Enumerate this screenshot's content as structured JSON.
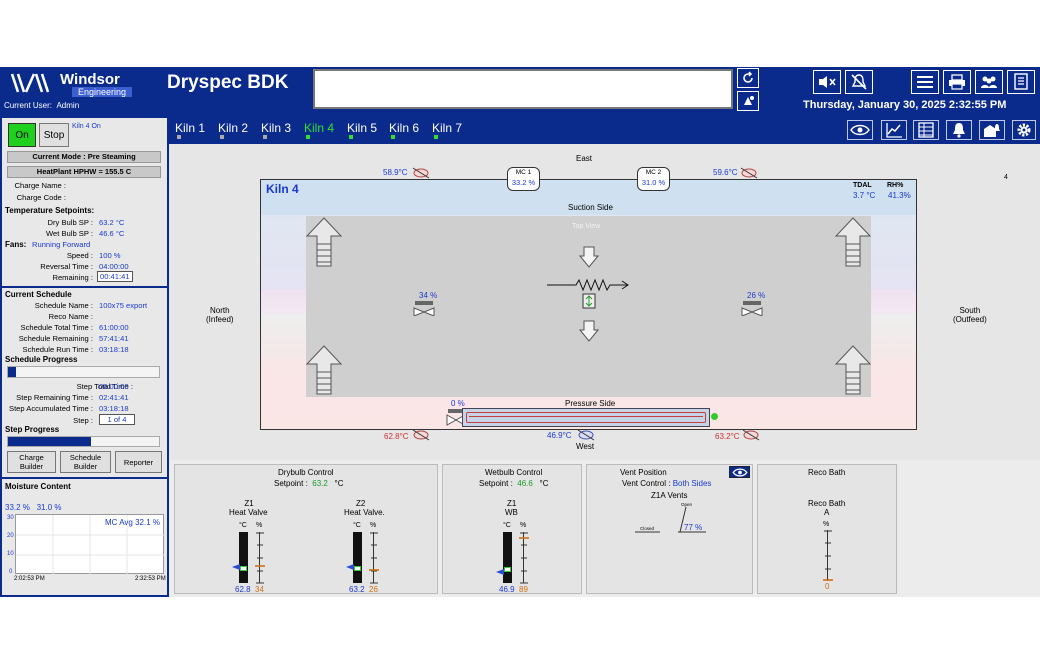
{
  "header": {
    "company": "Windsor",
    "company_sub": "Engineering",
    "current_user_label": "Current User:",
    "current_user": "Admin",
    "app_title": "Dryspec BDK",
    "datetime": "Thursday, January 30, 2025 2:32:55 PM"
  },
  "control": {
    "on": "On",
    "stop": "Stop",
    "kiln_status": "Kiln 4 On",
    "current_mode": "Current Mode : Pre Steaming",
    "heatplant": "HeatPlant HPHW = 155.5 C",
    "charge_name_label": "Charge Name :",
    "charge_code_label": "Charge Code :"
  },
  "temp": {
    "title": "Temperature Setpoints:",
    "dry_label": "Dry Bulb SP :",
    "dry_val": "63.2 °C",
    "wet_label": "Wet Bulb SP :",
    "wet_val": "46.6 °C"
  },
  "fans": {
    "title": "Fans:",
    "status": "Running Forward",
    "speed_label": "Speed :",
    "speed_val": "100 %",
    "reversal_label": "Reversal Time :",
    "reversal_val": "04:00:00",
    "remaining_label": "Remaining :",
    "remaining_val": "00:41:41"
  },
  "schedule": {
    "title": "Current Schedule",
    "name_label": "Schedule Name :",
    "name_val": "100x75 export",
    "reco_label": "Reco Name :",
    "total_label": "Schedule Total Time :",
    "total_val": "61:00:00",
    "remaining_label": "Schedule Remaining :",
    "remaining_val": "57:41:41",
    "run_label": "Schedule Run Time :",
    "run_val": "03:18:18",
    "progress_title": "Schedule Progress",
    "progress": 0.05,
    "step_total_label": "Step Total Time :",
    "step_total_val": "06:00:00",
    "step_remaining_label": "Step Remaining Time :",
    "step_remaining_val": "02:41:41",
    "step_acc_label": "Step Accumulated Time :",
    "step_acc_val": "03:18:18",
    "step_label": "Step :",
    "step_val": "1 of 4",
    "step_progress_title": "Step Progress",
    "step_progress": 0.55
  },
  "buttons": {
    "charge_builder": "Charge Builder",
    "schedule_builder": "Schedule Builder",
    "reporter": "Reporter"
  },
  "moisture": {
    "title": "Moisture Content",
    "v1": "33.2 %",
    "v2": "31.0 %",
    "avg": "MC Avg 32.1 %",
    "y_ticks": [
      "30",
      "20",
      "10",
      "0"
    ],
    "t_start": "2:02:53 PM",
    "t_end": "2:32:53 PM"
  },
  "tabs": [
    "Kiln 1",
    "Kiln 2",
    "Kiln 3",
    "Kiln 4",
    "Kiln 5",
    "Kiln 6",
    "Kiln 7"
  ],
  "kiln": {
    "title": "Kiln 4",
    "east": "East",
    "west": "West",
    "north": "North",
    "north_sub": "(Infeed)",
    "south": "South",
    "south_sub": "(Outfeed)",
    "suction": "Suction Side",
    "pressure": "Pressure Side",
    "top_view": "Top View",
    "t_ne": "58.9°C",
    "t_se": "59.6°C",
    "t_nw": "62.8°C",
    "t_w": "46.9°C",
    "t_sw": "63.2°C",
    "mc1_label": "MC 1",
    "mc1_val": "33.2 %",
    "mc2_label": "MC 2",
    "mc2_val": "31.0 %",
    "tdal_label": "TDAL",
    "tdal_val": "3.7 °C",
    "rh_label": "RH%",
    "rh_val": "41.3%",
    "vent_left": "34  %",
    "vent_right": "26  %",
    "valve_pct": "0  %",
    "corner_num": "4"
  },
  "drybulb": {
    "title": "Drybulb Control",
    "sp_label": "Setpoint :",
    "sp_val": "63.2",
    "unit": "°C",
    "z1": "Z1",
    "z1_sub": "Heat Valve",
    "z2": "Z2",
    "z2_sub": "Heat Valve.",
    "c": "°C",
    "p": "%",
    "z1_t": "62.8",
    "z1_p": "34",
    "z2_t": "63.2",
    "z2_p": "26"
  },
  "wetbulb": {
    "title": "Wetbulb Control",
    "sp_label": "Setpoint :",
    "sp_val": "46.6",
    "unit": "°C",
    "z1": "Z1",
    "z1_sub": "WB",
    "c": "°C",
    "p": "%",
    "t": "46.9",
    "pv": "89"
  },
  "vent": {
    "title": "Vent Position",
    "ctrl_label": "Vent Control :",
    "ctrl_val": "Both Sides",
    "z1a": "Z1A Vents",
    "closed": "Closed",
    "open": "Open",
    "pct": "77 %"
  },
  "reco": {
    "title": "Reco Bath",
    "sub": "Reco Bath",
    "a": "A",
    "p": "%",
    "v": "0"
  },
  "colors": {
    "navy": "#0a2a8c",
    "green": "#1a9a2a",
    "blue": "#1a3ad0",
    "orange": "#d07010"
  }
}
